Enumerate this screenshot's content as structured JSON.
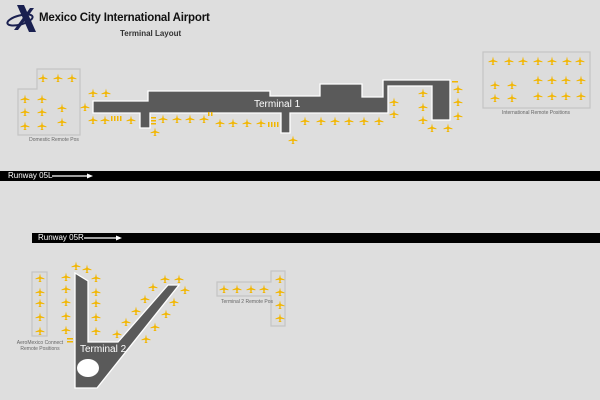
{
  "header": {
    "title": "Mexico City International Airport",
    "subtitle": "Terminal Layout"
  },
  "colors": {
    "background": "#dedede",
    "terminal": "#5a5a5a",
    "aircraft": "#f2b600",
    "runway": "#000000",
    "logo": "#1a2050"
  },
  "terminal1": {
    "label": "Terminal 1"
  },
  "terminal2": {
    "label": "Terminal 2"
  },
  "remote_areas": {
    "domestic": "Domestic Remote Pos",
    "international": "International Remote Positions",
    "aeromexico_line1": "AeroMexico Connect",
    "aeromexico_line2": "Remote Positions",
    "terminal2_remote": "Terminal 2 Remote Pos"
  },
  "runways": {
    "r05l": "Runway 05L",
    "r05r": "Runway 05R"
  },
  "icons": {
    "aircraft": "aircraft-icon",
    "logo": "airport-logo",
    "direction": "arrow-right-icon"
  }
}
